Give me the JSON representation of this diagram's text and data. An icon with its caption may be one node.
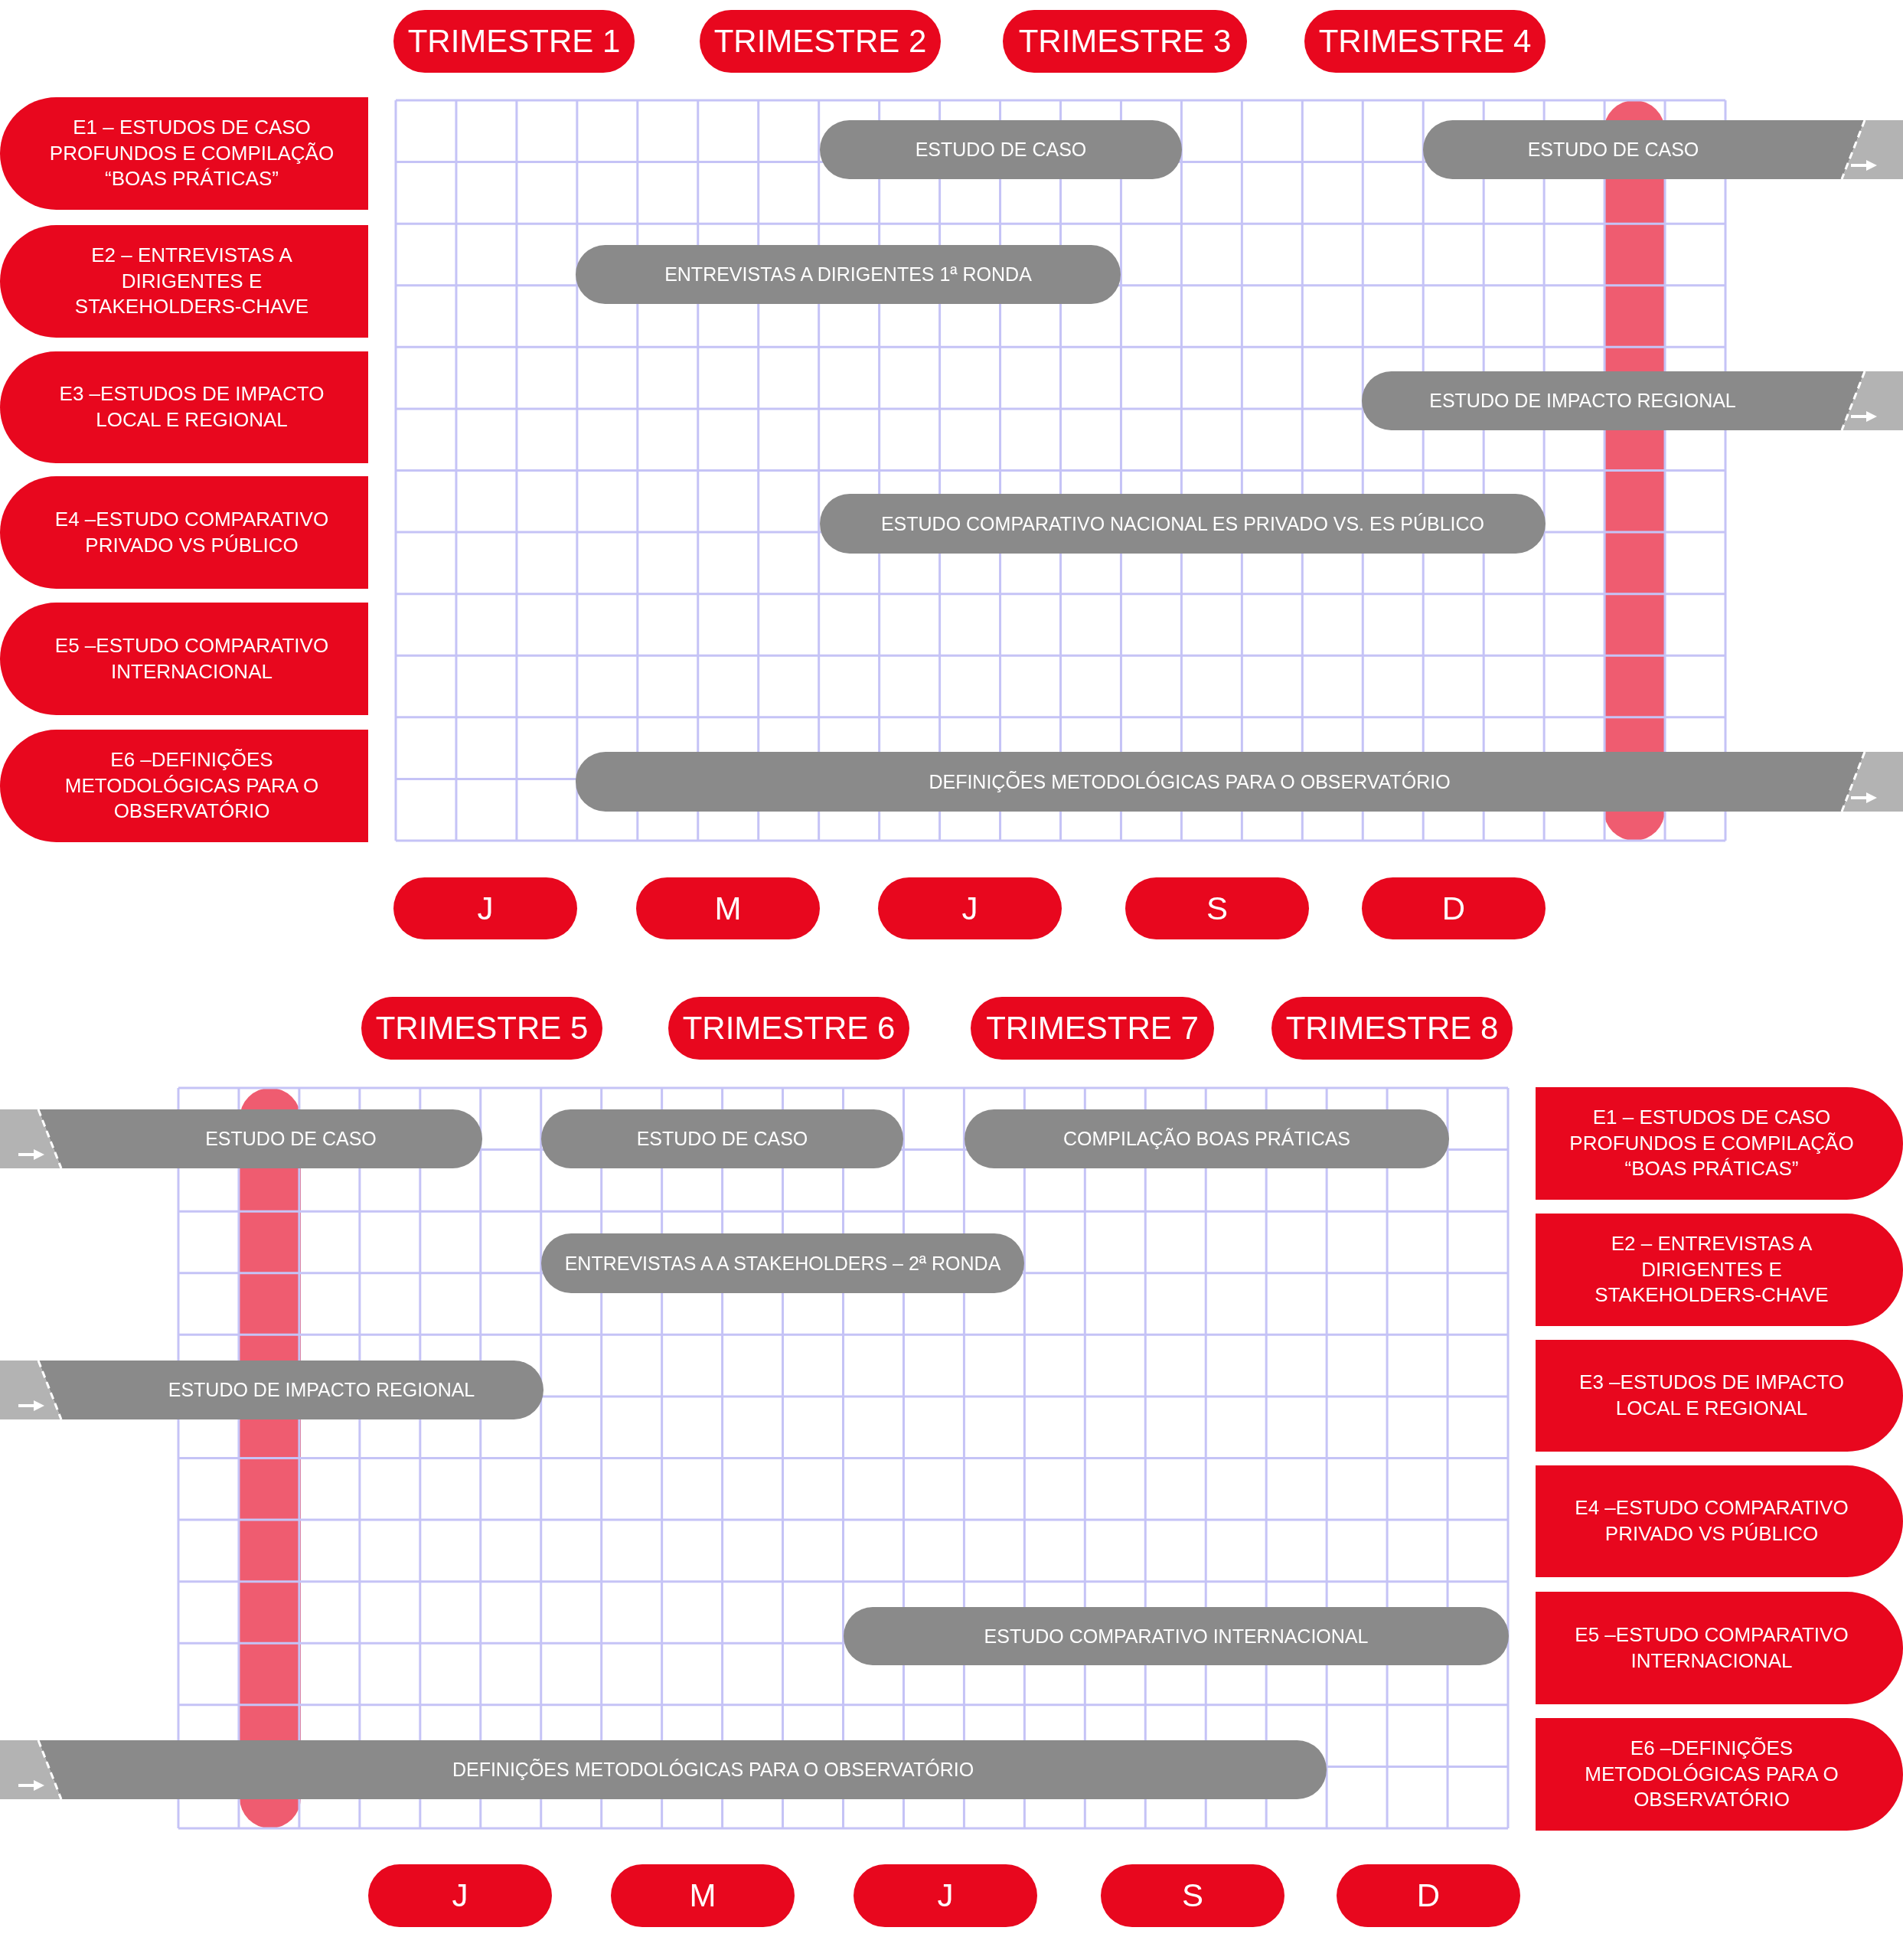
{
  "diagram": {
    "nodes": [
      {
        "text": [
          "TRIMESTRE 1"
        ]
      },
      {
        "text": [
          "TRIMESTRE 2"
        ]
      },
      {
        "text": [
          "TRIMESTRE 3"
        ]
      },
      {
        "text": [
          "TRIMESTRE 4"
        ]
      },
      {
        "text": [
          "E1 – ESTUDOS DE CASO PROFUNDOS E COMPILAÇÃO “BOAS PRÁTICAS”"
        ]
      },
      {
        "text": [
          "E2 – ENTREVISTAS A DIRIGENTES E STAKEHOLDERS-CHAVE"
        ]
      },
      {
        "text": [
          "E3 –ESTUDOS DE IMPACTO LOCAL E REGIONAL"
        ]
      },
      {
        "text": [
          "E4 –ESTUDO COMPARATIVO PRIVADO VS PÚBLICO"
        ]
      },
      {
        "text": [
          "E5 –ESTUDO COMPARATIVO INTERNACIONAL"
        ]
      },
      {
        "text": [
          "E6 –DEFINIÇÕES METODOLÓGICAS PARA O OBSERVATÓRIO"
        ]
      },
      {
        "text": [
          "ESTUDO DE CASO"
        ]
      },
      {
        "text": [
          "ESTUDO DE CASO"
        ]
      },
      {
        "text": [
          "ENTREVISTAS A DIRIGENTES 1ª RONDA"
        ]
      },
      {
        "text": [
          "ESTUDO DE IMPACTO REGIONAL"
        ]
      },
      {
        "text": [
          "ESTUDO COMPARATIVO NACIONAL ES PRIVADO VS. ES PÚBLICO"
        ]
      },
      {
        "text": [
          "DEFINIÇÕES METODOLÓGICAS PARA O OBSERVATÓRIO"
        ]
      },
      {
        "text": [
          "J"
        ]
      },
      {
        "text": [
          "M"
        ]
      },
      {
        "text": [
          "J"
        ]
      },
      {
        "text": [
          "S"
        ]
      },
      {
        "text": [
          "D"
        ]
      },
      {
        "text": [
          "TRIMESTRE 5"
        ]
      },
      {
        "text": [
          "TRIMESTRE 6"
        ]
      },
      {
        "text": [
          "TRIMESTRE 7"
        ]
      },
      {
        "text": [
          "TRIMESTRE 8"
        ]
      },
      {
        "text": [
          "ESTUDO DE CASO"
        ]
      },
      {
        "text": [
          "ESTUDO DE CASO"
        ]
      },
      {
        "text": [
          "COMPILAÇÃO BOAS PRÁTICAS"
        ]
      },
      {
        "text": [
          "ENTREVISTAS A A STAKEHOLDERS – 2ª RONDA"
        ]
      },
      {
        "text": [
          "ESTUDO DE IMPACTO REGIONAL"
        ]
      },
      {
        "text": [
          "ESTUDO COMPARATIVO INTERNACIONAL"
        ]
      },
      {
        "text": [
          "DEFINIÇÕES METODOLÓGICAS PARA O OBSERVATÓRIO"
        ]
      },
      {
        "text": [
          "E1 – ESTUDOS DE CASO PROFUNDOS E COMPILAÇÃO “BOAS PRÁTICAS”"
        ]
      },
      {
        "text": [
          "E2 – ENTREVISTAS A DIRIGENTES E STAKEHOLDERS-CHAVE"
        ]
      },
      {
        "text": [
          "E3 –ESTUDOS DE IMPACTO LOCAL E REGIONAL"
        ]
      },
      {
        "text": [
          "E4 –ESTUDO COMPARATIVO PRIVADO VS PÚBLICO"
        ]
      },
      {
        "text": [
          "E5 –ESTUDO COMPARATIVO INTERNACIONAL"
        ]
      },
      {
        "text": [
          "E6 –DEFINIÇÕES METODOLÓGICAS PARA O OBSERVATÓRIO"
        ]
      },
      {
        "text": [
          "J"
        ]
      },
      {
        "text": [
          "M"
        ]
      },
      {
        "text": [
          "J"
        ]
      },
      {
        "text": [
          "S"
        ]
      },
      {
        "text": [
          "D"
        ]
      },
      {
        "text": [],
        "shape": "bar"
      },
      {
        "text": [],
        "shape": "bar"
      }
    ]
  }
}
